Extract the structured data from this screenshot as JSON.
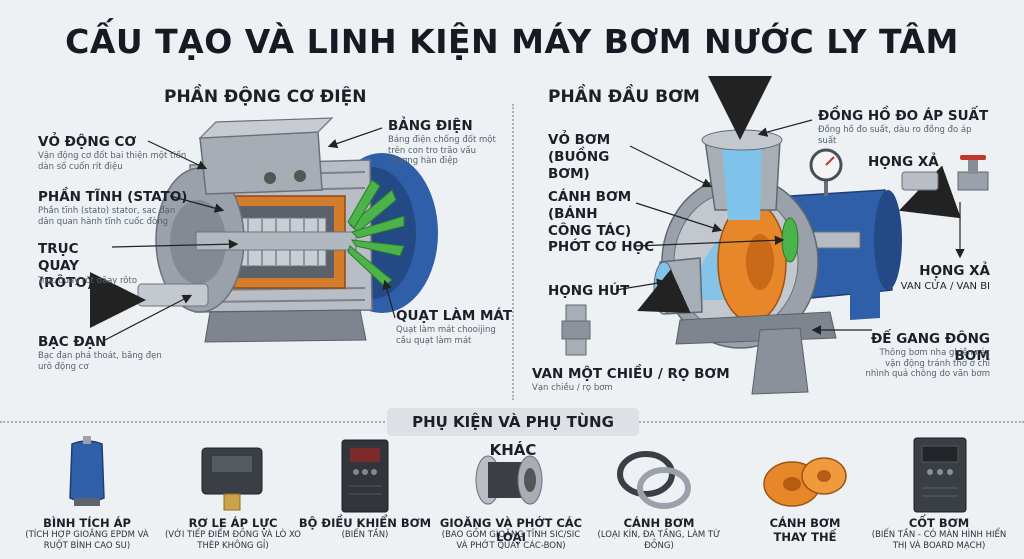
{
  "title": "CẤU TẠO VÀ LINH KIỆN MÁY BƠM NƯỚC LY TÂM",
  "motor": {
    "heading": "PHẦN ĐỘNG CƠ ĐIỆN",
    "housing": {
      "label": "VỎ ĐỘNG CƠ",
      "desc": "Vận động cơ đốt bai thiện một tiến dàn số cuốn rít điệu"
    },
    "stator": {
      "label": "PHẦN TĨNH (STATO)",
      "desc": "Phần tĩnh (stato) stator, sac đạn dân quan hành tĩnh cuốc đòng"
    },
    "rotor": {
      "label": "TRỤC QUAY (RÔTO)",
      "desc": "Trục quay rốt oãay rôto"
    },
    "bearing": {
      "label": "BẠC ĐẠN",
      "desc": "Bạc đạn phá thoát, băng đẹn urô động cơ"
    },
    "terminal": {
      "label": "BẢNG ĐIỆN",
      "desc": "Bảng điện chống đốt một trên con tro trão vấu thương hàn điệp"
    },
    "fan": {
      "label": "QUẠT LÀM MÁT",
      "desc": "Quạt làm mát chooijing cầu quạt làm mát"
    }
  },
  "pump": {
    "heading": "PHẦN ĐẦU BƠM",
    "casing": {
      "label": "VỎ BƠM (BUỒNG BƠM)"
    },
    "impeller": {
      "label": "CÁNH BƠM (BÁNH CÔNG TÁC)"
    },
    "seal": {
      "label": "PHỚT CƠ HỌC"
    },
    "inlet": {
      "label": "HỌNG HÚT"
    },
    "check_valve": {
      "label": "VAN MỘT CHIỀU / RỌ BƠM",
      "desc": "Vạn chiều / rọ bơm"
    },
    "gauge": {
      "label": "ĐỒNG HỒ ĐO ÁP SUẤT",
      "desc": "Đồng hồ đo suất, dàu ro đồng đo áp suất"
    },
    "outlet": {
      "label": "HỌNG XẢ"
    },
    "outlet_valve": {
      "label": "HỌNG XẢ",
      "desc": "VAN CỬA / VAN BI"
    },
    "base": {
      "label": "ĐẾ GANG ĐÔNG BƠM",
      "desc": "Thông bơm nha ghiền các vận động tránh thớ ở chí nhình quả chông do vãn bơm"
    }
  },
  "accessories": {
    "heading": "PHỤ KIỆN VÀ PHỤ TÙNG KHÁC",
    "items": [
      {
        "name": "BÌNH TÍCH ÁP",
        "desc": "(TÍCH HỢP GIOĂNG EPDM VÀ RUỘT BÌNH CAO SU)"
      },
      {
        "name": "RƠ LE ÁP LỰC",
        "desc": "(VỚI TIẾP ĐIỂM ĐỒNG VÀ LÒ XO THÉP KHÔNG GỈ)"
      },
      {
        "name": "BỘ ĐIỀU KHIỂN BƠM",
        "desc": "(BIẾN TẦN)"
      },
      {
        "name": "GIOĂNG VÀ PHỚT CÁC LOẠI",
        "desc": "(BAO GỒM GIOĂNG TĨNH SIC/SIC VÀ PHỚT QUAY CÁC-BON)"
      },
      {
        "name": "CÁNH BƠM",
        "desc": "(LOẠI KÍN, ĐA TẦNG, LÀM TỪ ĐỒNG)"
      },
      {
        "name": "CÁNH BƠM",
        "desc": "THAY THẾ"
      },
      {
        "name": "CỐT BƠM",
        "desc": "(BIẾN TẦN - CÓ MÀN HÌNH HIỂN THỊ VÀ BOARD MẠCH)"
      }
    ]
  },
  "colors": {
    "motor_blue": "#2f5fa8",
    "impeller_orange": "#e8862a",
    "fan_green": "#4bb34a",
    "water_blue": "#7fc3ea",
    "metal_grey": "#8c949e"
  }
}
